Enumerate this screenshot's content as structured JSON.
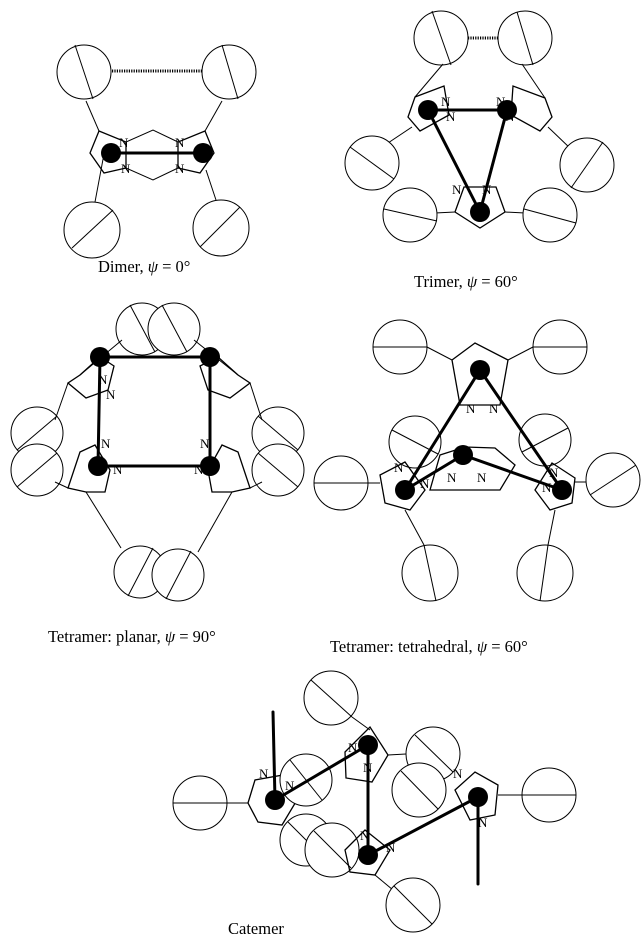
{
  "atom_label": "N",
  "captions": {
    "dimer": {
      "name": "Dimer, ",
      "symbol": "ψ",
      "value": " = 0°"
    },
    "trimer": {
      "name": "Trimer, ",
      "symbol": "ψ",
      "value": " = 60°"
    },
    "tetramer_planar": {
      "name": "Tetramer: planar, ",
      "symbol": "ψ",
      "value": " = 90°"
    },
    "tetramer_tetrahedral": {
      "name": "Tetramer: tetrahedral, ",
      "symbol": "ψ",
      "value": " = 60°"
    },
    "catemer": {
      "name": "Catemer"
    }
  }
}
